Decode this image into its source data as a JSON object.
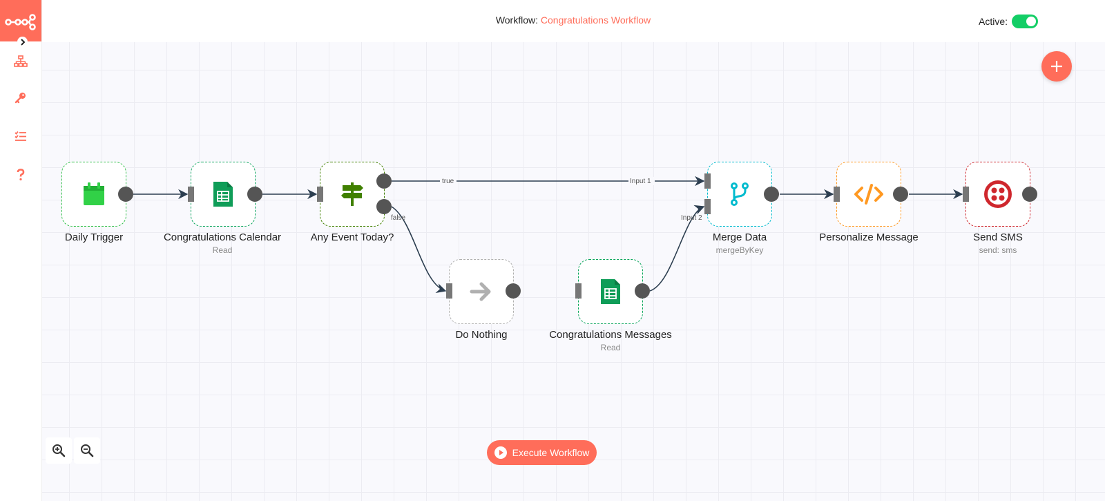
{
  "header": {
    "workflow_label": "Workflow:",
    "workflow_name": "Congratulations Workflow",
    "active_label": "Active:",
    "active": true
  },
  "sidebar": {
    "items": [
      {
        "icon": "network-icon",
        "name": "workflows"
      },
      {
        "icon": "key-icon",
        "name": "credentials"
      },
      {
        "icon": "tasks-icon",
        "name": "executions"
      },
      {
        "icon": "question-icon",
        "name": "help"
      }
    ]
  },
  "nodes": {
    "daily_trigger": {
      "title": "Daily Trigger",
      "subtitle": "",
      "icon": "calendar-icon",
      "color": "#31c049"
    },
    "congrats_calendar": {
      "title": "Congratulations Calendar",
      "subtitle": "Read",
      "icon": "google-sheets-icon",
      "color": "#0aa55c"
    },
    "any_event_today": {
      "title": "Any Event Today?",
      "subtitle": "",
      "icon": "signpost-icon",
      "color": "#408000"
    },
    "do_nothing": {
      "title": "Do Nothing",
      "subtitle": "",
      "icon": "arrow-right-icon",
      "color": "#b0b0b0"
    },
    "congrats_messages": {
      "title": "Congratulations Messages",
      "subtitle": "Read",
      "icon": "google-sheets-icon",
      "color": "#0aa55c"
    },
    "merge_data": {
      "title": "Merge Data",
      "subtitle": "mergeByKey",
      "icon": "merge-icon",
      "color": "#00bbce"
    },
    "personalize_message": {
      "title": "Personalize Message",
      "subtitle": "",
      "icon": "code-icon",
      "color": "#ff9922"
    },
    "send_sms": {
      "title": "Send SMS",
      "subtitle": "send: sms",
      "icon": "twilio-icon",
      "color": "#cf272d"
    }
  },
  "edge_labels": {
    "true": "true",
    "false": "false",
    "input1": "Input 1",
    "input2": "Input 2"
  },
  "controls": {
    "execute_label": "Execute Workflow",
    "add_node": "add-node",
    "zoom_in": "zoom-in",
    "zoom_out": "zoom-out"
  },
  "colors": {
    "accent": "#ff6d5a",
    "toggle_on": "#13ce66",
    "connection": "#2c3e50"
  }
}
